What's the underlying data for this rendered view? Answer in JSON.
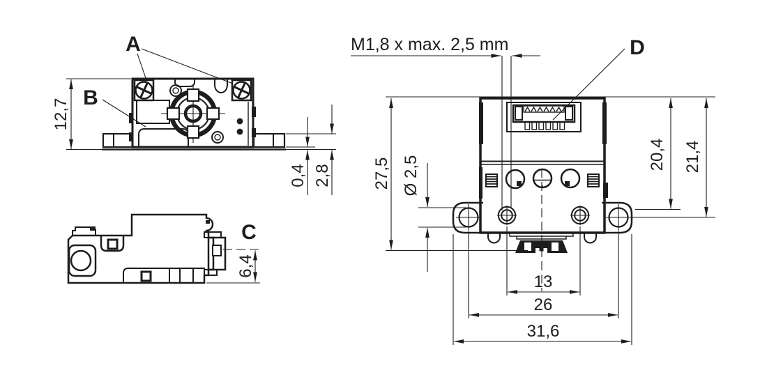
{
  "title": "Technical drawing — sensor module dimensions (three views)",
  "colors": {
    "line": "#1d1d1b",
    "background": "#ffffff"
  },
  "labels": {
    "A": "A",
    "B": "B",
    "C": "C",
    "D": "D"
  },
  "note": {
    "thread_spec": "M1,8 x max. 2,5 mm"
  },
  "front_view": {
    "height": "12,7",
    "flange_lip": "0,4",
    "flange_height": "2,8"
  },
  "side_view": {
    "connector_height": "6,4"
  },
  "rear_view": {
    "overall_height": "27,5",
    "mount_hole_dia": "Ø 2,5",
    "upper_height": "20,4",
    "flange_center_height": "21,4",
    "screw_hole_spacing": "13",
    "mount_hole_spacing": "26",
    "overall_width": "31,6"
  }
}
